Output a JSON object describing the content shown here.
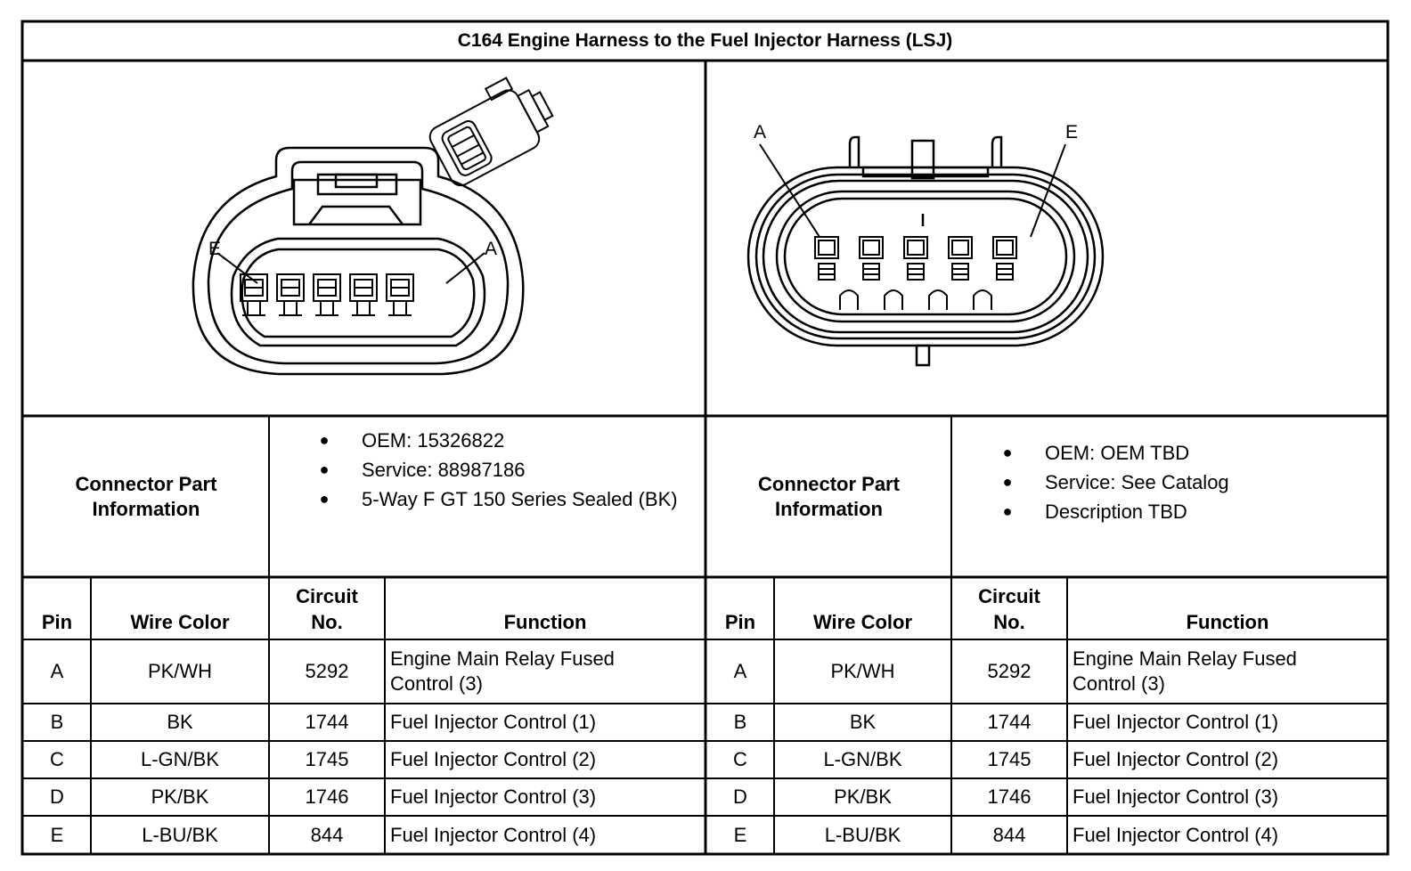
{
  "title": "C164 Engine Harness to the Fuel Injector Harness (LSJ)",
  "left_view": {
    "label_left": "E",
    "label_right": "A"
  },
  "right_view": {
    "label_left": "A",
    "label_right": "E"
  },
  "left_info": {
    "label": "Connector Part Information",
    "items": [
      "OEM: 15326822",
      "Service: 88987186",
      "5-Way F GT 150 Series Sealed (BK)"
    ]
  },
  "right_info": {
    "label": "Connector Part Information",
    "items": [
      "OEM: OEM TBD",
      "Service: See Catalog",
      "Description TBD"
    ]
  },
  "headers": {
    "pin": "Pin",
    "wire_color": "Wire Color",
    "circuit": "Circuit No.",
    "function": "Function"
  },
  "left_rows": [
    {
      "pin": "A",
      "wire_color": "PK/WH",
      "circuit": "5292",
      "function": "Engine Main Relay Fused Control (3)"
    },
    {
      "pin": "B",
      "wire_color": "BK",
      "circuit": "1744",
      "function": "Fuel Injector Control (1)"
    },
    {
      "pin": "C",
      "wire_color": "L-GN/BK",
      "circuit": "1745",
      "function": "Fuel Injector Control (2)"
    },
    {
      "pin": "D",
      "wire_color": "PK/BK",
      "circuit": "1746",
      "function": "Fuel Injector Control (3)"
    },
    {
      "pin": "E",
      "wire_color": "L-BU/BK",
      "circuit": "844",
      "function": "Fuel Injector Control (4)"
    }
  ],
  "right_rows": [
    {
      "pin": "A",
      "wire_color": "PK/WH",
      "circuit": "5292",
      "function": "Engine Main Relay Fused Control (3)"
    },
    {
      "pin": "B",
      "wire_color": "BK",
      "circuit": "1744",
      "function": "Fuel Injector Control (1)"
    },
    {
      "pin": "C",
      "wire_color": "L-GN/BK",
      "circuit": "1745",
      "function": "Fuel Injector Control (2)"
    },
    {
      "pin": "D",
      "wire_color": "PK/BK",
      "circuit": "1746",
      "function": "Fuel Injector Control (3)"
    },
    {
      "pin": "E",
      "wire_color": "L-BU/BK",
      "circuit": "844",
      "function": "Fuel Injector Control (4)"
    }
  ]
}
